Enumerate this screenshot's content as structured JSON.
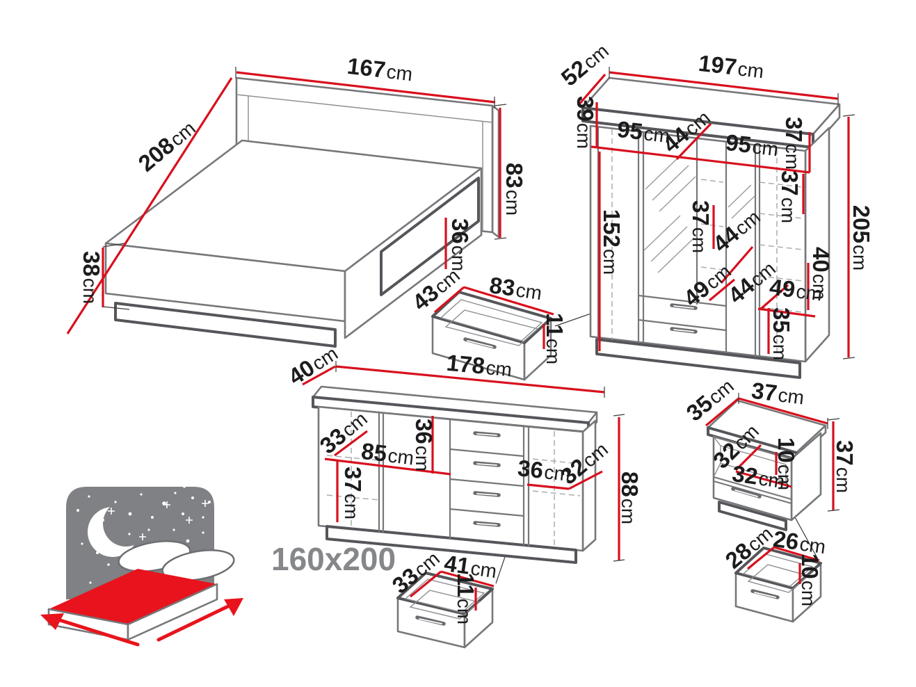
{
  "diagram": {
    "kind": "bedroom furniture set dimensions"
  },
  "colors": {
    "dimension_red": "#d8101e",
    "outline_gray": "#76777a",
    "outline_dark": "#55565a",
    "dashed_gray": "#aaacae",
    "label_black": "#1c1c1c",
    "icon_gray": "#7f8184",
    "icon_red": "#e8131c",
    "muted_text": "#85878a",
    "background": "#ffffff"
  },
  "bed": {
    "name": "bed",
    "dims": {
      "length": {
        "v": "208",
        "u": "cm"
      },
      "width": {
        "v": "167",
        "u": "cm"
      },
      "height": {
        "v": "83",
        "u": "cm"
      },
      "side_drawer_height": {
        "v": "36",
        "u": "cm"
      },
      "base_height": {
        "v": "38",
        "u": "cm"
      }
    }
  },
  "bed_drawer": {
    "name": "under-bed drawer",
    "dims": {
      "depth": {
        "v": "43",
        "u": "cm"
      },
      "width": {
        "v": "83",
        "u": "cm"
      },
      "height": {
        "v": "11",
        "u": "cm"
      }
    }
  },
  "wardrobe": {
    "name": "wardrobe",
    "dims": {
      "depth": {
        "v": "52",
        "u": "cm"
      },
      "width": {
        "v": "197",
        "u": "cm"
      },
      "top_section_height": {
        "v": "39",
        "u": "cm"
      },
      "left_section_width": {
        "v": "95",
        "u": "cm"
      },
      "inner_depth_top": {
        "v": "44",
        "u": "cm"
      },
      "right_section_width": {
        "v": "95",
        "u": "cm"
      },
      "shelf_a_height": {
        "v": "37",
        "u": "cm"
      },
      "hanging_height": {
        "v": "152",
        "u": "cm"
      },
      "shelf_b_height": {
        "v": "37",
        "u": "cm"
      },
      "shelf_c_height": {
        "v": "37",
        "u": "cm"
      },
      "inner_depth_mid": {
        "v": "44",
        "u": "cm"
      },
      "height": {
        "v": "205",
        "u": "cm"
      },
      "drawer_width_left": {
        "v": "49",
        "u": "cm"
      },
      "inner_depth_bottom": {
        "v": "44",
        "u": "cm"
      },
      "drawer_width_right": {
        "v": "49",
        "u": "cm"
      },
      "bottom_section_height": {
        "v": "40",
        "u": "cm"
      },
      "drawer_section_height": {
        "v": "35",
        "u": "cm"
      }
    }
  },
  "dresser": {
    "name": "dresser",
    "dims": {
      "depth": {
        "v": "40",
        "u": "cm"
      },
      "width": {
        "v": "178",
        "u": "cm"
      },
      "inner_depth": {
        "v": "33",
        "u": "cm"
      },
      "left_section_width": {
        "v": "85",
        "u": "cm"
      },
      "upper_section_height": {
        "v": "36",
        "u": "cm"
      },
      "lower_section_height": {
        "v": "37",
        "u": "cm"
      },
      "drawer_width": {
        "v": "36",
        "u": "cm"
      },
      "inner_width": {
        "v": "32",
        "u": "cm"
      },
      "height": {
        "v": "88",
        "u": "cm"
      }
    }
  },
  "dresser_drawer": {
    "name": "dresser drawer",
    "dims": {
      "depth": {
        "v": "33",
        "u": "cm"
      },
      "width": {
        "v": "41",
        "u": "cm"
      },
      "height": {
        "v": "11",
        "u": "cm"
      }
    }
  },
  "nightstand": {
    "name": "nightstand",
    "dims": {
      "depth": {
        "v": "35",
        "u": "cm"
      },
      "width": {
        "v": "37",
        "u": "cm"
      },
      "inner_depth": {
        "v": "32",
        "u": "cm"
      },
      "niche_height": {
        "v": "10",
        "u": "cm"
      },
      "inner_width": {
        "v": "32",
        "u": "cm"
      },
      "height": {
        "v": "37",
        "u": "cm"
      }
    }
  },
  "nightstand_drawer": {
    "name": "nightstand drawer",
    "dims": {
      "depth": {
        "v": "28",
        "u": "cm"
      },
      "width": {
        "v": "26",
        "u": "cm"
      },
      "height": {
        "v": "10",
        "u": "cm"
      }
    }
  },
  "bed_icon": {
    "size": "160x200"
  }
}
